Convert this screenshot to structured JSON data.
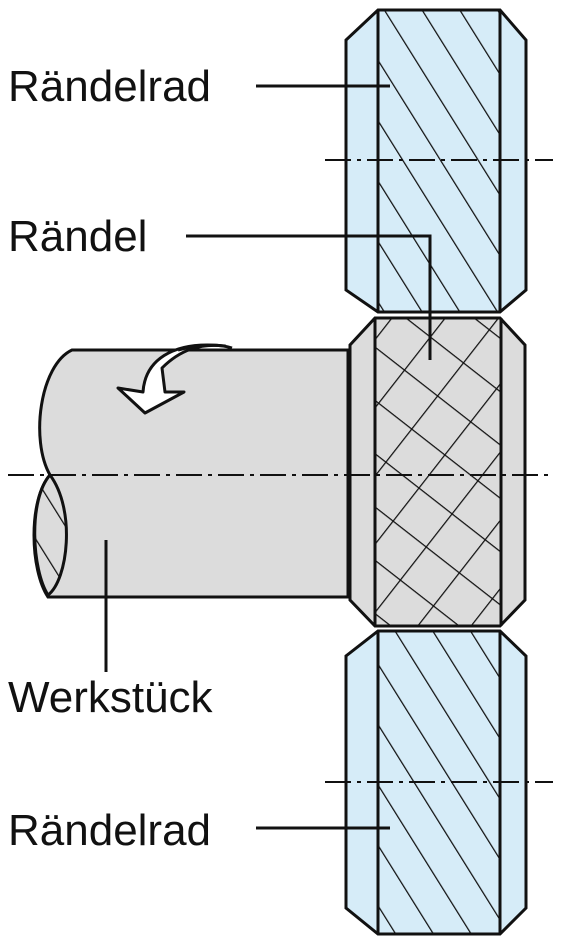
{
  "labels": {
    "wheel_top": "Rändelrad",
    "knurl": "Rändel",
    "workpiece": "Werkstück",
    "wheel_bottom": "Rändelrad"
  },
  "colors": {
    "wheel_fill": "#d6ecf8",
    "workpiece_fill": "#dcdcdc",
    "line": "#111111",
    "background": "#ffffff"
  },
  "icons": {
    "rotation": "curved-rotation-arrow-icon"
  }
}
